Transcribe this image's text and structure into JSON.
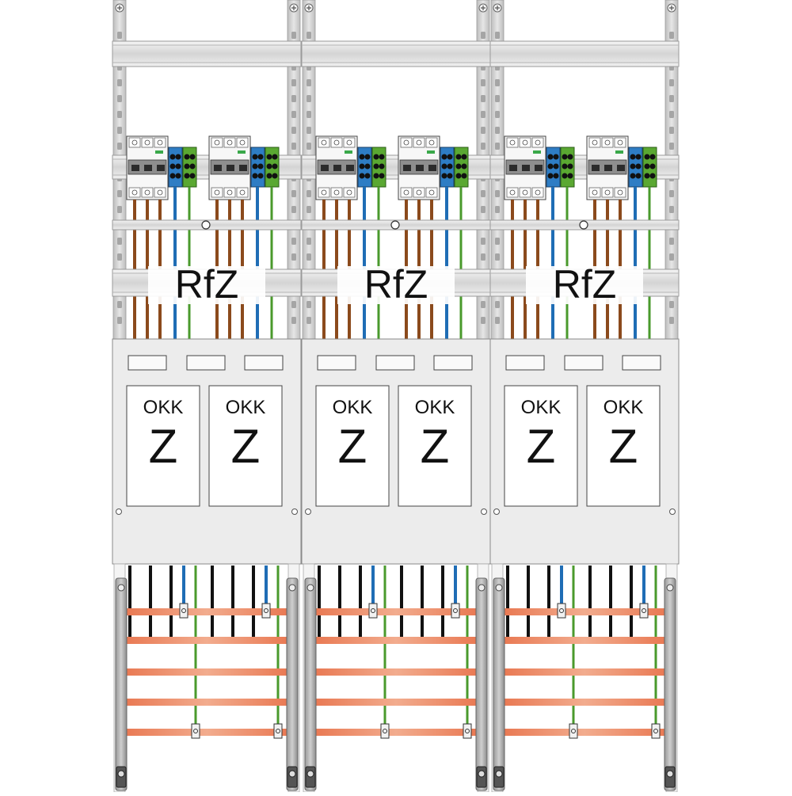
{
  "diagram": {
    "panels": [
      {
        "rfz_label": "RfZ",
        "meters": [
          {
            "top": "OKK",
            "big": "Z"
          },
          {
            "top": "OKK",
            "big": "Z"
          }
        ]
      },
      {
        "rfz_label": "RfZ",
        "meters": [
          {
            "top": "OKK",
            "big": "Z"
          },
          {
            "top": "OKK",
            "big": "Z"
          }
        ]
      },
      {
        "rfz_label": "RfZ",
        "meters": [
          {
            "top": "OKK",
            "big": "Z"
          },
          {
            "top": "OKK",
            "big": "Z"
          }
        ]
      }
    ],
    "colors": {
      "phase_wire": "#8b4a1c",
      "neutral_wire": "#1f6db5",
      "earth_wire": "#4a9a2c",
      "busbar": "#e87a55",
      "rail": "#d8d8d8",
      "meter_panel": "#ececec",
      "terminal_blue": "#2e7dc4",
      "terminal_green": "#5aa832"
    },
    "icons": [
      "circuit-breaker-icon",
      "terminal-block-icon",
      "screw-icon",
      "busbar-clamp-icon"
    ]
  }
}
